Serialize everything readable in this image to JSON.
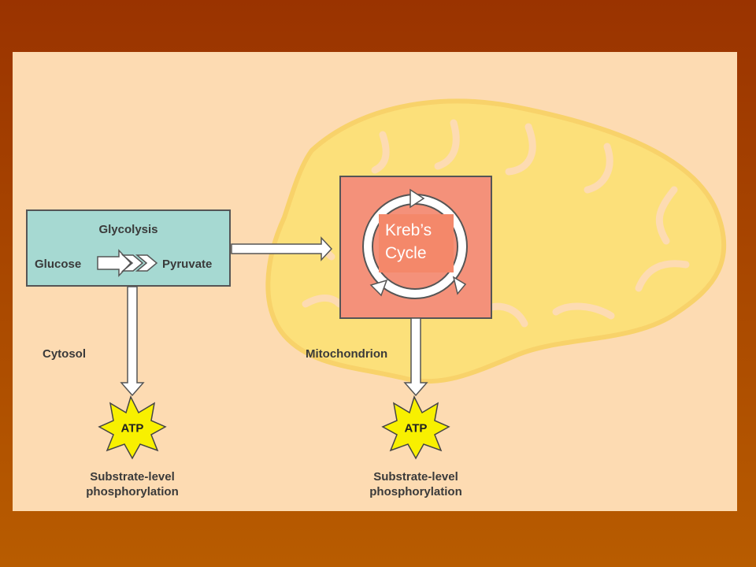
{
  "diagram": {
    "glycolysis_title": "Glycolysis",
    "glucose": "Glucose",
    "pyruvate": "Pyruvate",
    "krebs_line1": "Kreb’s",
    "krebs_line2": "Cycle",
    "cytosol": "Cytosol",
    "mitochondrion": "Mitochondrion",
    "atp_left": "ATP",
    "atp_right": "ATP",
    "substrate_left_line1": "Substrate-level",
    "substrate_left_line2": "phosphorylation",
    "substrate_right_line1": "Substrate-level",
    "substrate_right_line2": "phosphorylation"
  },
  "colors": {
    "slide_background": "#fddbb2",
    "mitochondrion_fill": "#fce07a",
    "mitochondrion_stroke": "#f8d26a",
    "glycolysis_box": "#a6d9d2",
    "krebs_box": "#f4917a",
    "atp_star": "#f8f000"
  }
}
